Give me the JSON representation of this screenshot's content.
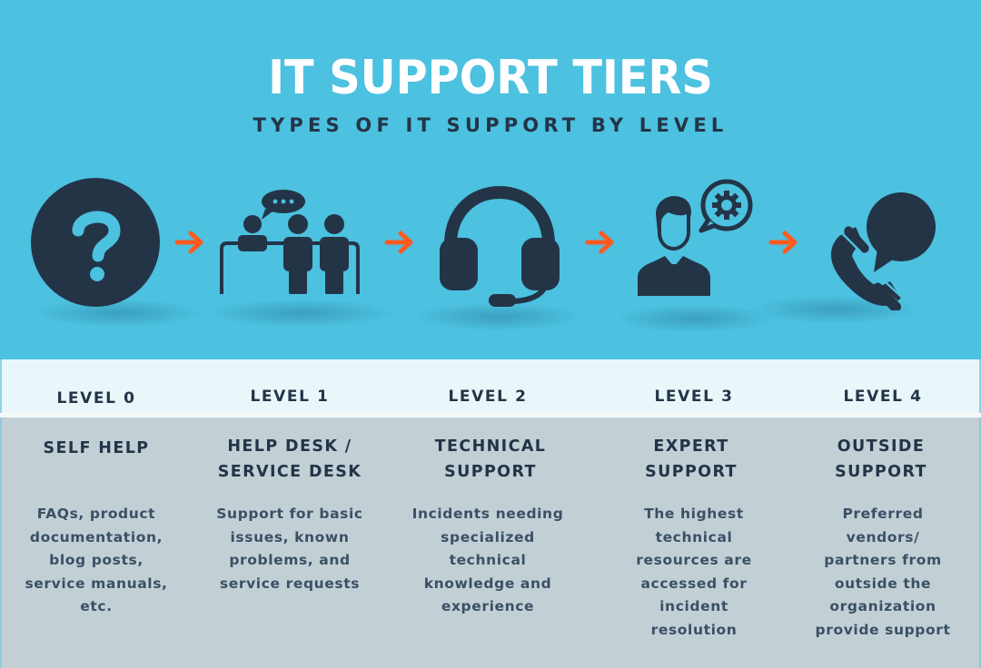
{
  "header": {
    "title": "IT SUPPORT TIERS",
    "subtitle": "TYPES OF IT SUPPORT BY LEVEL"
  },
  "colors": {
    "header_bg": "#4CC1E0",
    "band_bg": "#EAF7FA",
    "body_bg": "#C2D0D6",
    "navy": "#243447",
    "arrow_orange": "#FF5A1F",
    "title_white": "#FFFFFF"
  },
  "flow": {
    "arrow_icon": "right-arrow-icon",
    "steps": [
      {
        "icon": "question-mark-circle-icon"
      },
      {
        "icon": "help-desk-people-icon"
      },
      {
        "icon": "headset-icon"
      },
      {
        "icon": "expert-person-gear-icon"
      },
      {
        "icon": "phone-speech-bubble-icon"
      }
    ]
  },
  "tiers": [
    {
      "level": "LEVEL 0",
      "name_lines": [
        "SELF HELP"
      ],
      "description_lines": [
        "FAQs, product",
        "documentation,",
        "blog posts,",
        "service manuals,",
        "etc."
      ]
    },
    {
      "level": "LEVEL 1",
      "name_lines": [
        "HELP DESK /",
        "SERVICE DESK"
      ],
      "description_lines": [
        "Support for basic",
        "issues, known",
        "problems, and",
        "service requests"
      ]
    },
    {
      "level": "LEVEL 2",
      "name_lines": [
        "TECHNICAL",
        "SUPPORT"
      ],
      "description_lines": [
        "Incidents needing",
        "specialized",
        "technical",
        "knowledge and",
        "experience"
      ]
    },
    {
      "level": "LEVEL 3",
      "name_lines": [
        "EXPERT",
        "SUPPORT"
      ],
      "description_lines": [
        "The highest",
        "technical",
        "resources are",
        "accessed for",
        "incident",
        "resolution"
      ]
    },
    {
      "level": "LEVEL 4",
      "name_lines": [
        "OUTSIDE",
        "SUPPORT"
      ],
      "description_lines": [
        "Preferred",
        "vendors/",
        "partners from",
        "outside the",
        "organization",
        "provide support"
      ]
    }
  ]
}
